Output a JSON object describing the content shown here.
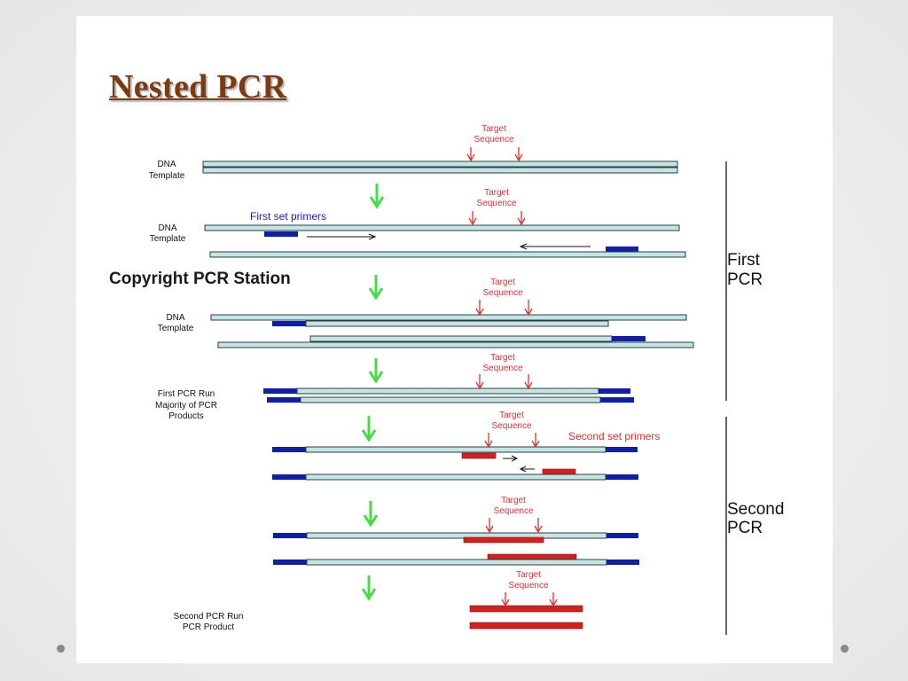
{
  "title": "Nested PCR",
  "watermark": "Copyright PCR Station",
  "target_label": [
    "Target",
    "Sequence"
  ],
  "first_set_primers": "First set primers",
  "second_set_primers": "Second set primers",
  "step_labels": {
    "dna_template_1": [
      "DNA",
      "Template"
    ],
    "dna_template_2": [
      "DNA",
      "Template"
    ],
    "dna_template_3": [
      "DNA",
      "Template"
    ],
    "first_run": [
      "First PCR Run",
      "Majority of PCR",
      "Products"
    ],
    "second_run": [
      "Second PCR Run",
      "PCR Product"
    ]
  },
  "phases": {
    "first": [
      "First",
      "PCR"
    ],
    "second": [
      "Second",
      "PCR"
    ]
  },
  "colors": {
    "strand": "#c5e4e4",
    "first_primer": "#0f1fa8",
    "second_primer": "#d42020",
    "target_marker": "#e03030",
    "step_arrow": "#44dd44",
    "title": "#7a3a12"
  }
}
